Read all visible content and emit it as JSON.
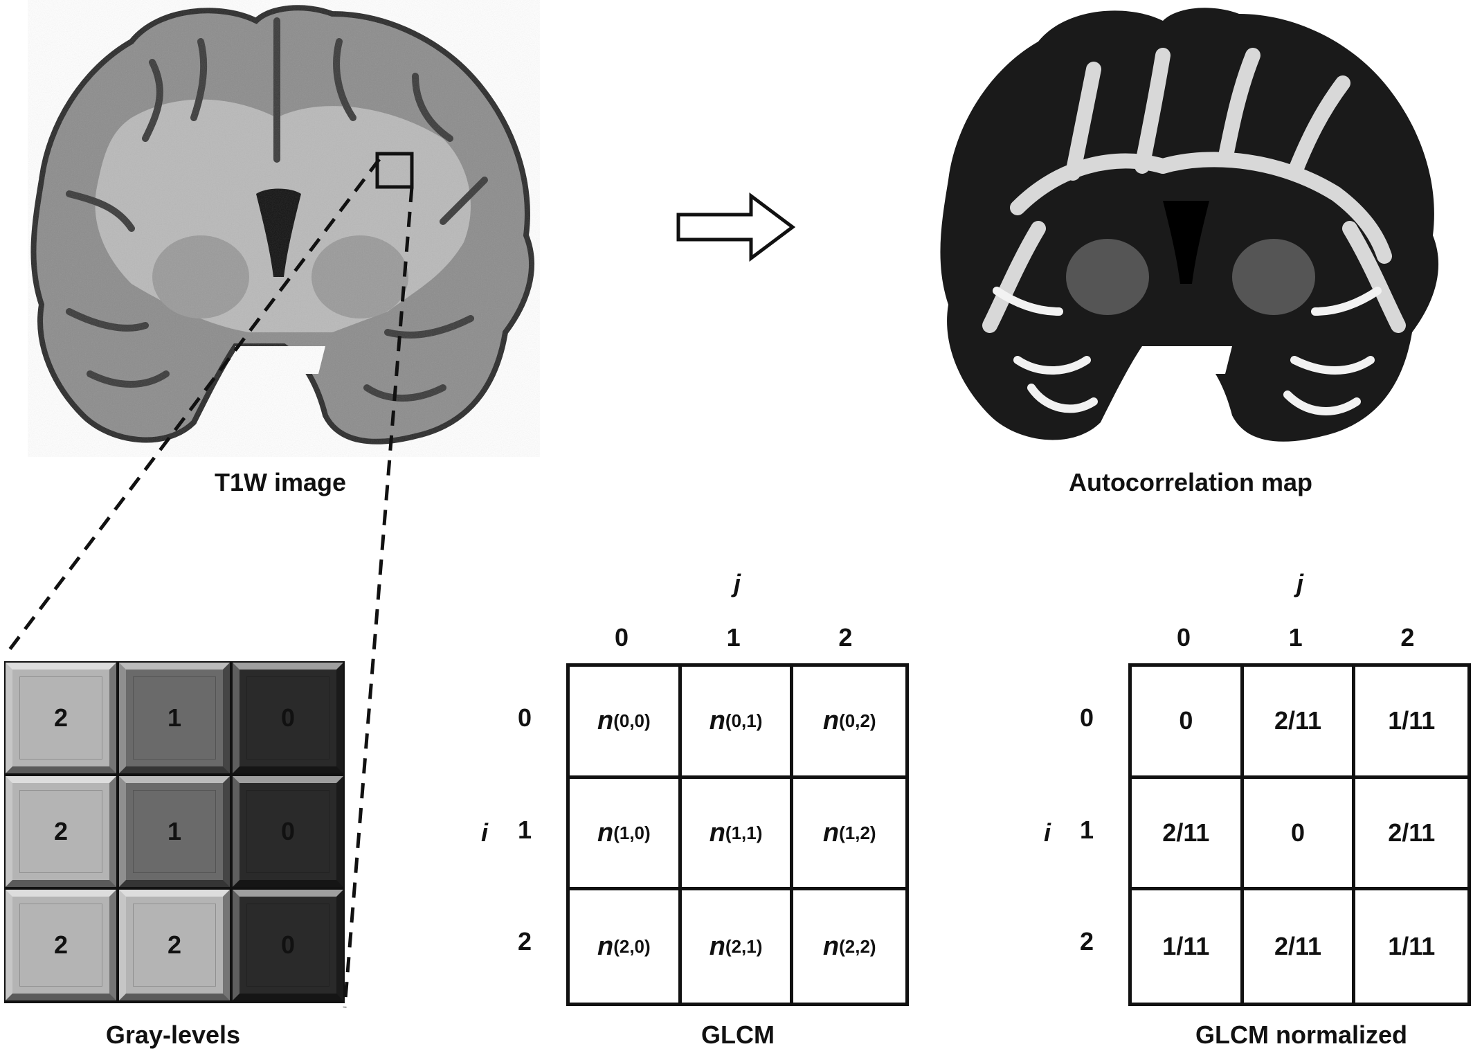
{
  "left_panel": {
    "caption": "T1W image",
    "zoom_box": true
  },
  "right_panel": {
    "caption": "Autocorrelation map"
  },
  "arrow": {
    "direction": "right"
  },
  "gray_levels": {
    "caption": "Gray-levels",
    "rows": [
      [
        {
          "value": "2",
          "shade": "#b4b4b4"
        },
        {
          "value": "1",
          "shade": "#6a6a6a"
        },
        {
          "value": "0",
          "shade": "#2a2a2a"
        }
      ],
      [
        {
          "value": "2",
          "shade": "#b4b4b4"
        },
        {
          "value": "1",
          "shade": "#6a6a6a"
        },
        {
          "value": "0",
          "shade": "#2a2a2a"
        }
      ],
      [
        {
          "value": "2",
          "shade": "#b4b4b4"
        },
        {
          "value": "2",
          "shade": "#b4b4b4"
        },
        {
          "value": "0",
          "shade": "#2a2a2a"
        }
      ]
    ]
  },
  "glcm": {
    "caption": "GLCM",
    "col_axis": "j",
    "row_axis": "i",
    "col_labels": [
      "0",
      "1",
      "2"
    ],
    "row_labels": [
      "0",
      "1",
      "2"
    ],
    "cells": [
      [
        {
          "sym": "n",
          "sub": "(0,0)"
        },
        {
          "sym": "n",
          "sub": "(0,1)"
        },
        {
          "sym": "n",
          "sub": "(0,2)"
        }
      ],
      [
        {
          "sym": "n",
          "sub": "(1,0)"
        },
        {
          "sym": "n",
          "sub": "(1,1)"
        },
        {
          "sym": "n",
          "sub": "(1,2)"
        }
      ],
      [
        {
          "sym": "n",
          "sub": "(2,0)"
        },
        {
          "sym": "n",
          "sub": "(2,1)"
        },
        {
          "sym": "n",
          "sub": "(2,2)"
        }
      ]
    ]
  },
  "glcm_normalized": {
    "caption": "GLCM normalized",
    "col_axis": "j",
    "row_axis": "i",
    "col_labels": [
      "0",
      "1",
      "2"
    ],
    "row_labels": [
      "0",
      "1",
      "2"
    ],
    "cells": [
      [
        "0",
        "2/11",
        "1/11"
      ],
      [
        "2/11",
        "0",
        "2/11"
      ],
      [
        "1/11",
        "2/11",
        "1/11"
      ]
    ]
  }
}
